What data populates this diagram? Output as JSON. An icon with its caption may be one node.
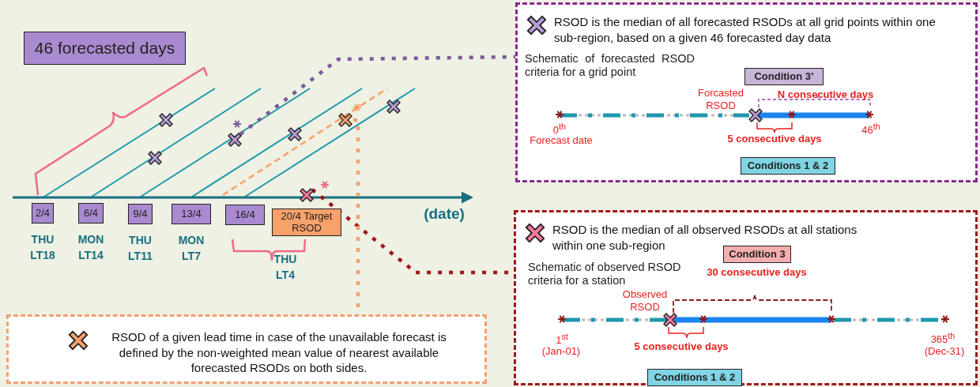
{
  "diagram": {
    "nodes": [
      {
        "text": [
          "46 forecasted days"
        ]
      },
      {
        "text": [
          "2/4"
        ],
        "beside": [
          "THU LT18"
        ]
      },
      {
        "text": [
          "6/4"
        ],
        "beside": [
          "MON LT14"
        ]
      },
      {
        "text": [
          "9/4"
        ],
        "beside": [
          "THU LT11"
        ]
      },
      {
        "text": [
          "13/4"
        ],
        "beside": [
          "MON LT7"
        ]
      },
      {
        "text": [
          "16/4"
        ]
      },
      {
        "text": [
          "20/4 Target RSOD"
        ]
      },
      {
        "text": [
          "RSOD is the median of all forecasted RSODs at all grid points within one sub-region, based on a given 46 forecasted day data"
        ]
      },
      {
        "text": [
          "Condition 3’"
        ],
        "in": 7,
        "beside": [
          "N consecutive days"
        ]
      },
      {
        "text": [
          "Conditions 1 & 2"
        ],
        "in": 7
      },
      {
        "text": [
          "RSOD is the median of all observed RSODs at all stations within one sub-region"
        ]
      },
      {
        "text": [
          "Condition 3"
        ],
        "in": 10,
        "beside": [
          "30 consecutive days"
        ]
      },
      {
        "text": [
          "Conditions 1 & 2"
        ],
        "in": 10
      },
      {
        "text": [
          "RSOD of a given lead time in case of the unavailable forecast is defined by the non-weighted mean value of nearest available forecasted RSODs on both sides."
        ]
      },
      {
        "text": [],
        "shape": "cross"
      },
      {
        "text": [],
        "shape": "cross"
      },
      {
        "text": [],
        "shape": "cross"
      }
    ],
    "edges": [
      {
        "from": 14,
        "to": 7,
        "arrow": "none",
        "style": "dashed",
        "color": "#7d5a9c"
      },
      {
        "from": 15,
        "to": 10,
        "arrow": "none",
        "style": "dashed",
        "color": "#a01818"
      },
      {
        "from": 16,
        "to": 13,
        "arrow": "none",
        "style": "dashed",
        "color": "#f4a070"
      }
    ],
    "labels": [
      "(date)",
      "THU LT4",
      "Schematic of forecasted RSOD criteria for a grid point",
      "Forcasted RSOD",
      "0$^{th}$",
      "Forecast date",
      "5 consecutive days",
      "46$^{th}$",
      "Schematic of observed RSOD criteria for a station",
      "Observed RSOD",
      "1$^{st}$",
      "(Jan-01)",
      "5 consecutive days",
      "365$^{th}$",
      "(Dec-31)"
    ]
  }
}
